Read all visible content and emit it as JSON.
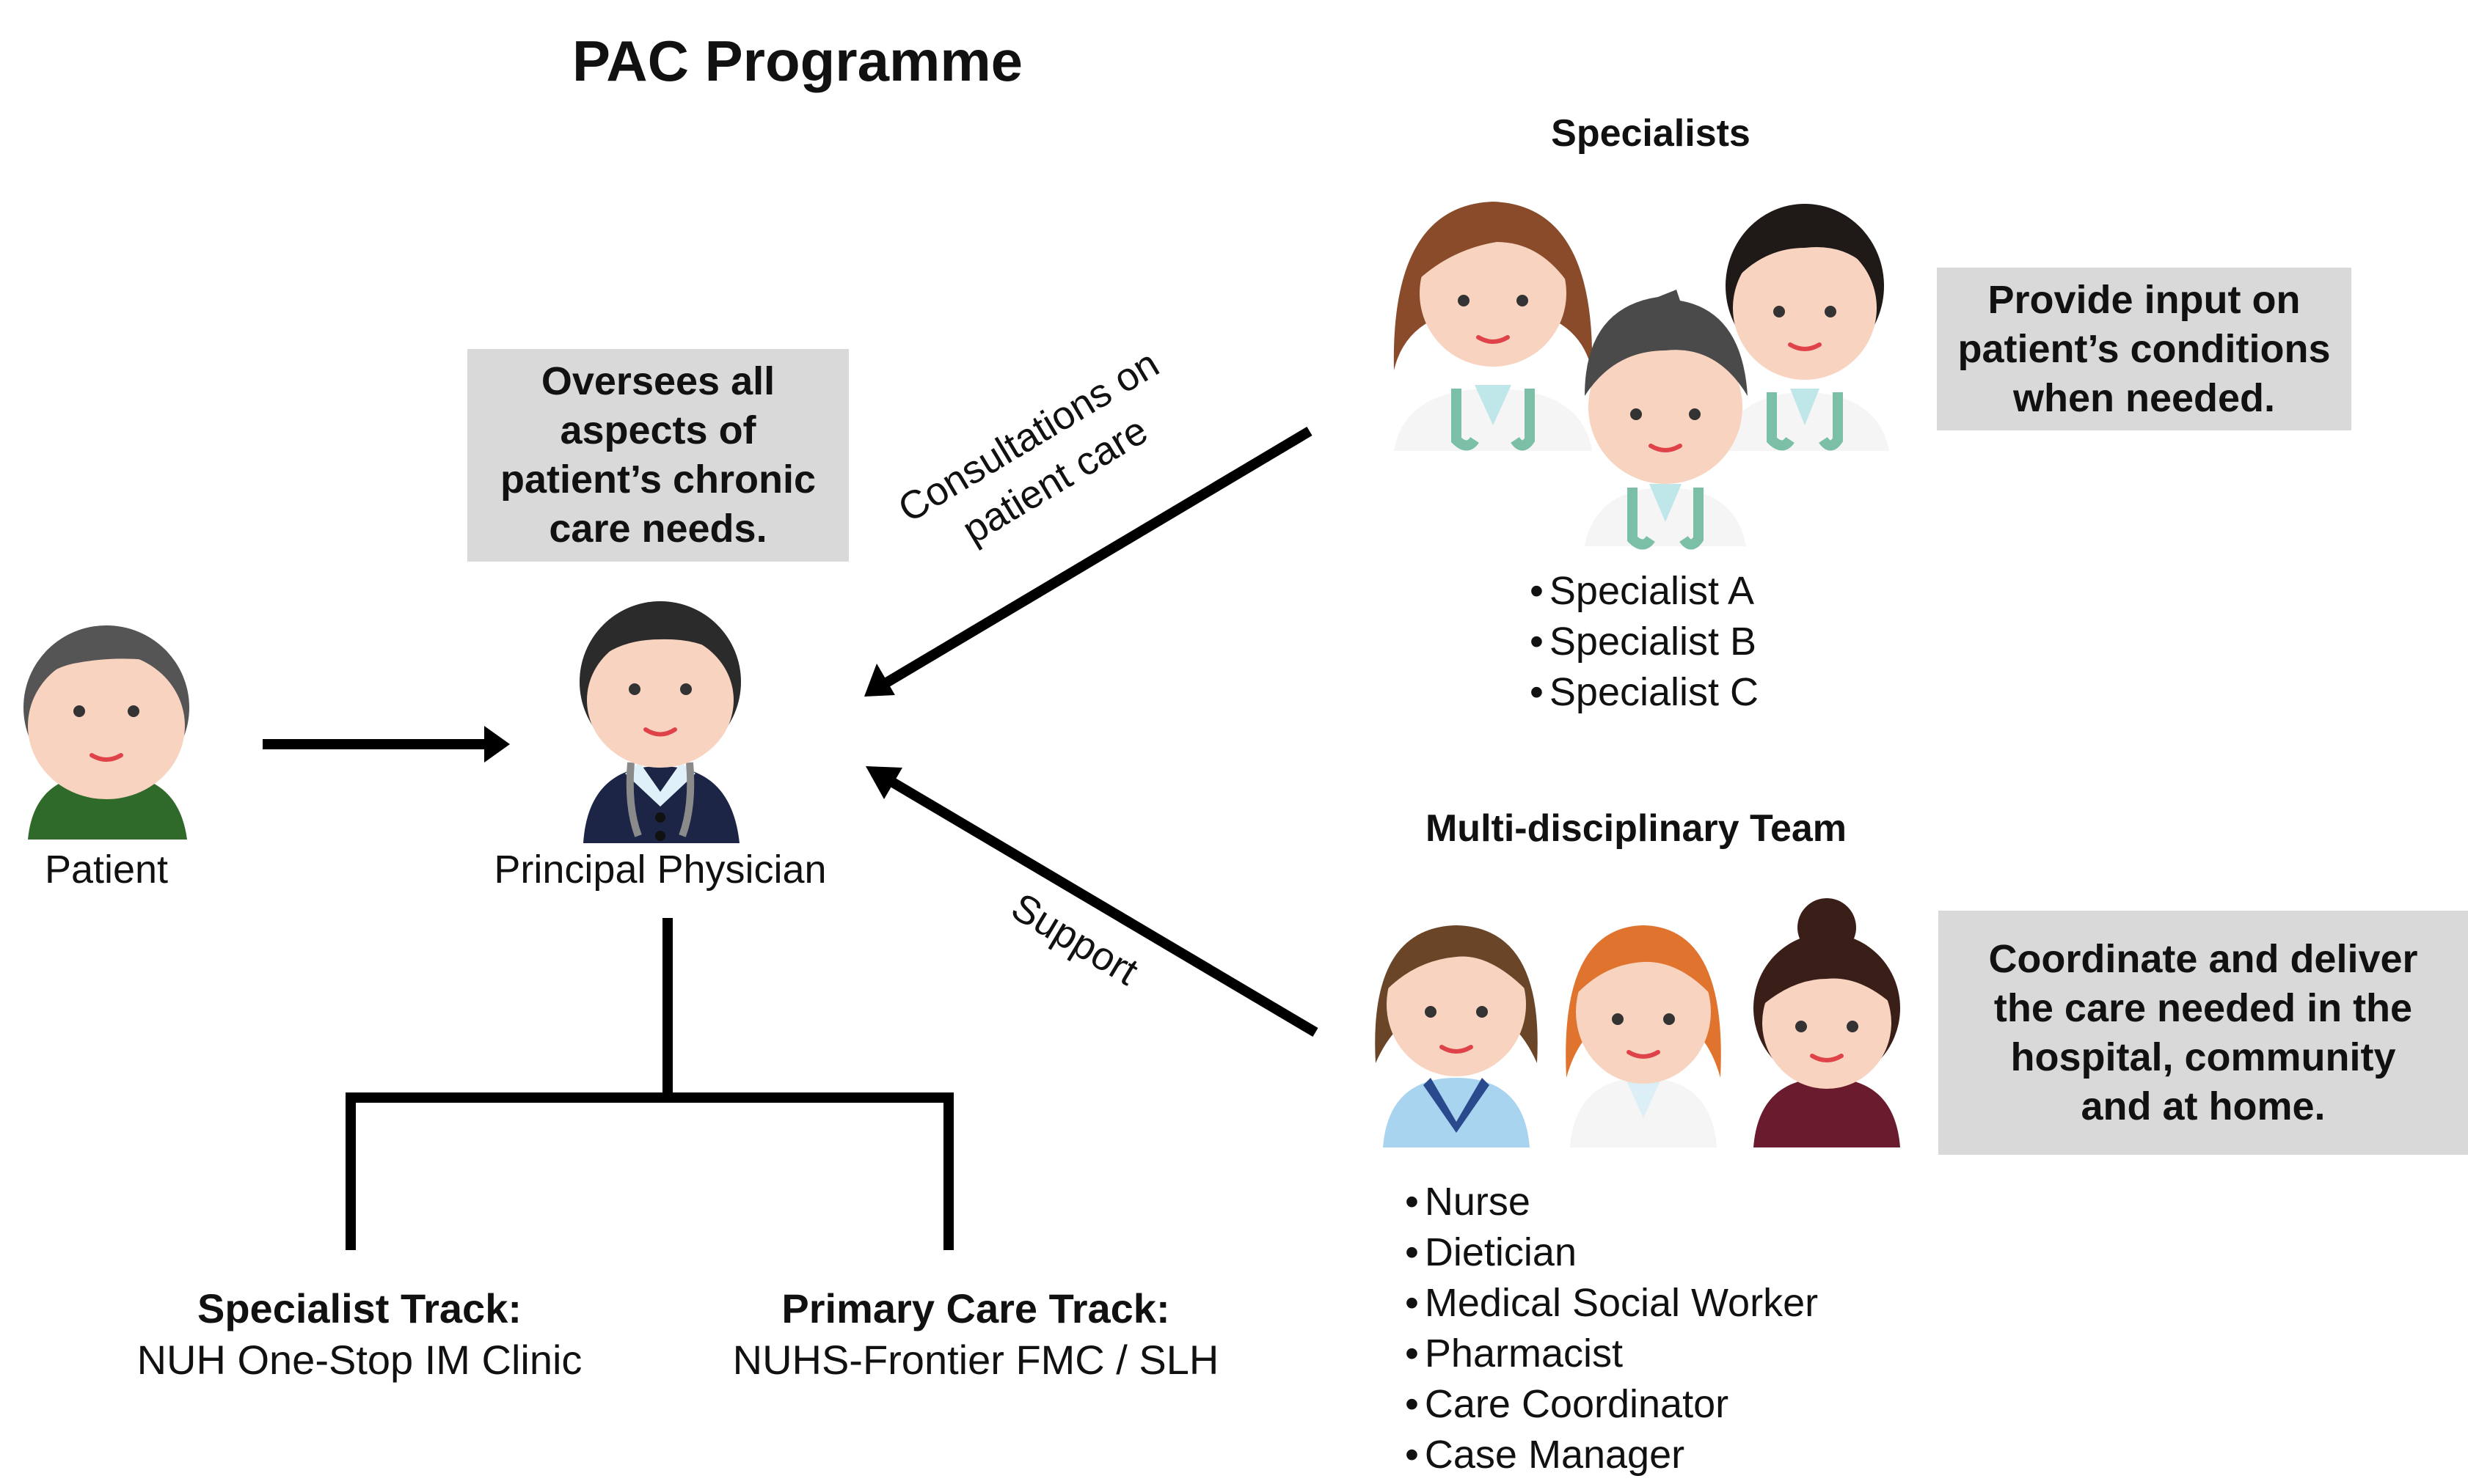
{
  "title": "PAC Programme",
  "patient": {
    "label": "Patient"
  },
  "physician": {
    "label": "Principal Physician",
    "note_lines": [
      "Oversees all",
      "aspects of",
      "patient’s chronic",
      "care needs."
    ]
  },
  "arrows": {
    "consultations_lines": [
      "Consultations on",
      "patient care"
    ],
    "support": "Support"
  },
  "specialists": {
    "heading": "Specialists",
    "items": [
      "Specialist A",
      "Specialist B",
      "Specialist C"
    ],
    "note_lines": [
      "Provide input on",
      "patient’s conditions",
      "when needed."
    ]
  },
  "team": {
    "heading": "Multi-disciplinary Team",
    "items": [
      "Nurse",
      "Dietician",
      "Medical Social Worker",
      "Pharmacist",
      "Care Coordinator",
      "Case Manager"
    ],
    "note_lines": [
      "Coordinate and deliver",
      "the care needed in the",
      "hospital, community",
      "and at home."
    ]
  },
  "tracks": [
    {
      "name": "Specialist Track:",
      "place": "NUH One-Stop IM Clinic"
    },
    {
      "name": "Primary Care Track:",
      "place": "NUHS-Frontier FMC / SLH"
    }
  ],
  "colors": {
    "note_box": "#d9d9d9",
    "skin": "#f8d3c0",
    "patient_shirt": "#2f6a2a",
    "physician_coat": "#1c2545",
    "specialist_coat": "#f5f5f5",
    "stethoscope": "#7bbfa7",
    "nurse_top": "#a9d4ef",
    "orange_hair": "#e0732e",
    "maroon_top": "#6a1b2e"
  }
}
